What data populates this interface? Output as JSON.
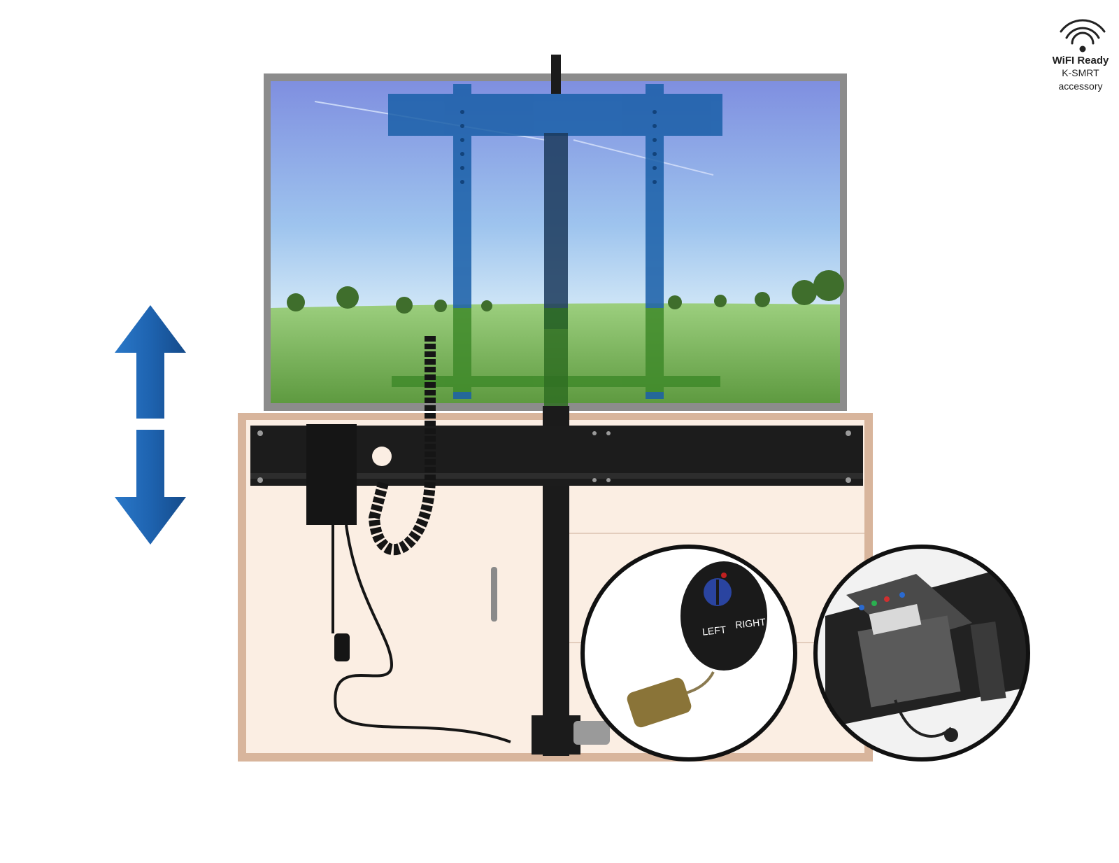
{
  "badge": {
    "icon": "wifi-icon",
    "title": "WiFI Ready",
    "line2": "K-SMRT",
    "line3": "accessory"
  },
  "remote": {
    "left_label": "LEFT",
    "right_label": "RIGHT"
  },
  "colors": {
    "arrow_blue": "#1e63b0",
    "cabinet_wood": "#d8b59c",
    "cabinet_panel": "#fbeee3",
    "tv_frame": "#8a8a8a",
    "mount_blue": "#1a5fa8",
    "mount_green": "#3f8a2a",
    "lift_black": "#1b1b1b"
  }
}
